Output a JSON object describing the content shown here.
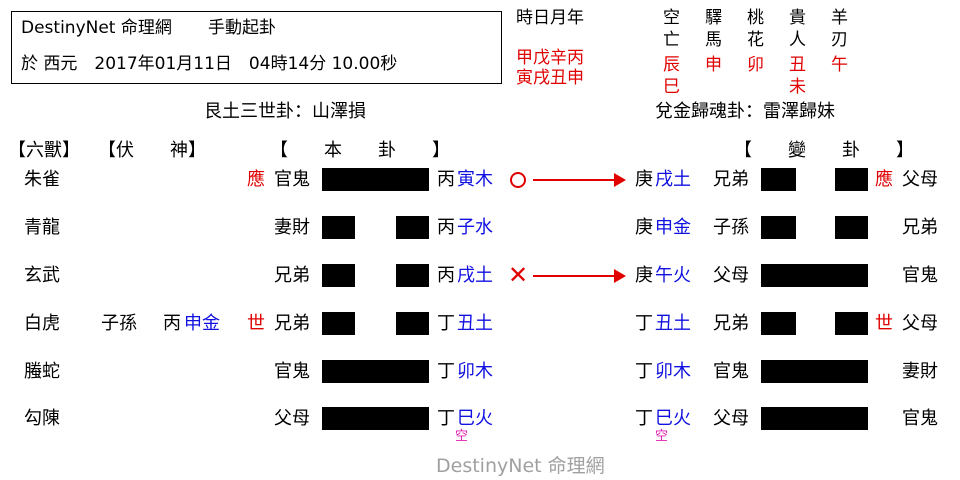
{
  "header": {
    "app_name": "DestinyNet 命理網",
    "mode": "手動起卦",
    "date_line": "於 西元　2017年01月11日　04時14分 10.00秒"
  },
  "time_label": "時日月年",
  "ganzhi": {
    "top": "甲戊辛丙",
    "bottom": "寅戌丑申"
  },
  "shensha": {
    "names": [
      "空亡",
      "驛馬",
      "桃花",
      "貴人",
      "羊刃"
    ],
    "values": [
      "辰巳",
      "申",
      "卯",
      "丑未",
      "午"
    ]
  },
  "gua_names": {
    "original": "艮土三世卦：山澤損",
    "changed": "兌金歸魂卦：雷澤歸妹"
  },
  "column_headers": {
    "liushou": "【六獸】",
    "fushen": "【伏　　神】",
    "bengua": "【　　本　　卦　　】",
    "biangua": "【　　變　　卦　　】"
  },
  "rows": [
    {
      "beast": "朱雀",
      "fushen_rel": "",
      "fushen_stem": "",
      "fushen_branch": "",
      "mark": "應",
      "relative": "官鬼",
      "yang": true,
      "stem": "丙",
      "branch": "寅木",
      "moving": "circle",
      "c_stem": "庚",
      "c_branch": "戌土",
      "c_relative": "兄弟",
      "c_yang": false,
      "c_mark": "應",
      "c_right": "父母",
      "empty": "",
      "c_empty": ""
    },
    {
      "beast": "青龍",
      "fushen_rel": "",
      "fushen_stem": "",
      "fushen_branch": "",
      "mark": "",
      "relative": "妻財",
      "yang": false,
      "stem": "丙",
      "branch": "子水",
      "moving": "",
      "c_stem": "庚",
      "c_branch": "申金",
      "c_relative": "子孫",
      "c_yang": false,
      "c_mark": "",
      "c_right": "兄弟",
      "empty": "",
      "c_empty": ""
    },
    {
      "beast": "玄武",
      "fushen_rel": "",
      "fushen_stem": "",
      "fushen_branch": "",
      "mark": "",
      "relative": "兄弟",
      "yang": false,
      "stem": "丙",
      "branch": "戌土",
      "moving": "cross",
      "c_stem": "庚",
      "c_branch": "午火",
      "c_relative": "父母",
      "c_yang": true,
      "c_mark": "",
      "c_right": "官鬼",
      "empty": "",
      "c_empty": ""
    },
    {
      "beast": "白虎",
      "fushen_rel": "子孫",
      "fushen_stem": "丙",
      "fushen_branch": "申金",
      "mark": "世",
      "relative": "兄弟",
      "yang": false,
      "stem": "丁",
      "branch": "丑土",
      "moving": "",
      "c_stem": "丁",
      "c_branch": "丑土",
      "c_relative": "兄弟",
      "c_yang": false,
      "c_mark": "世",
      "c_right": "父母",
      "empty": "",
      "c_empty": ""
    },
    {
      "beast": "螣蛇",
      "fushen_rel": "",
      "fushen_stem": "",
      "fushen_branch": "",
      "mark": "",
      "relative": "官鬼",
      "yang": true,
      "stem": "丁",
      "branch": "卯木",
      "moving": "",
      "c_stem": "丁",
      "c_branch": "卯木",
      "c_relative": "官鬼",
      "c_yang": true,
      "c_mark": "",
      "c_right": "妻財",
      "empty": "",
      "c_empty": ""
    },
    {
      "beast": "勾陳",
      "fushen_rel": "",
      "fushen_stem": "",
      "fushen_branch": "",
      "mark": "",
      "relative": "父母",
      "yang": true,
      "stem": "丁",
      "branch": "巳火",
      "moving": "",
      "c_stem": "丁",
      "c_branch": "巳火",
      "c_relative": "父母",
      "c_yang": true,
      "c_mark": "",
      "c_right": "官鬼",
      "empty": "空",
      "c_empty": "空"
    }
  ],
  "watermark": "DestinyNet 命理網",
  "colors": {
    "red": "#e00000",
    "blue": "#1010e0",
    "pink": "#e020b0",
    "watermark": "#a0a0a0"
  }
}
